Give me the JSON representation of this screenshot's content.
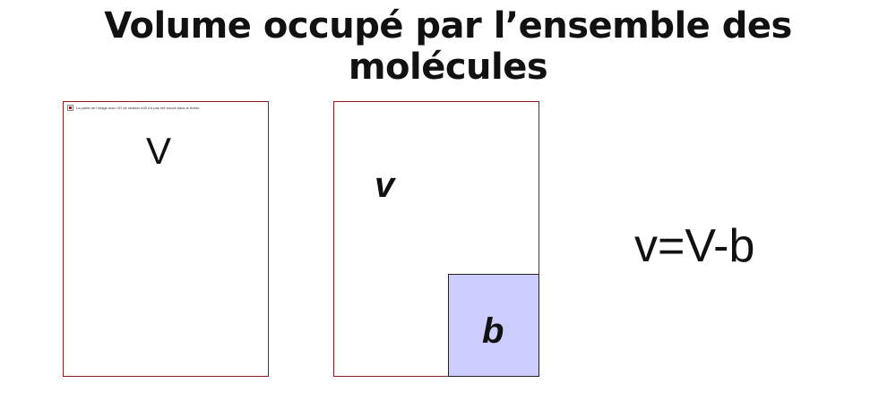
{
  "title": "Volume occupé par l’ensemble des molécules",
  "box1": {
    "broken_image_text": "La partie de l'image avec l'ID de relation rId3 n'a pas été trouvé dans le fichier.",
    "label": "V"
  },
  "box2": {
    "label": "v",
    "inner_label": "b"
  },
  "equation": "v=V-b",
  "colors": {
    "box_border": "#8b1a1a",
    "b_fill": "#ccccff"
  }
}
